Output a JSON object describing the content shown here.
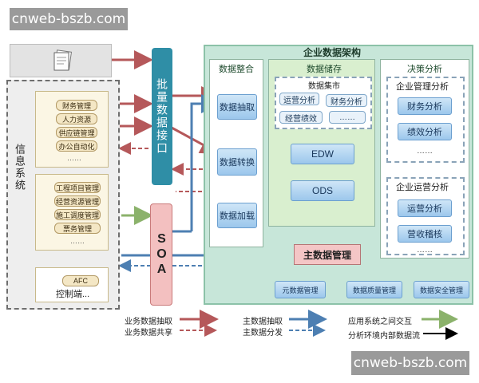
{
  "watermarks": {
    "top": "cnweb-bszb.com",
    "bottom": "cnweb-bszb.com"
  },
  "info_system": {
    "label": "信息系统",
    "group1": [
      "财务管理",
      "人力资源",
      "供应链管理",
      "办公自动化"
    ],
    "group1_more": "……",
    "group2": [
      "工程项目管理",
      "经营资源管理",
      "施工调度管理",
      "票务管理"
    ],
    "group2_more": "……",
    "afc": "AFC",
    "control": "控制端..."
  },
  "batch_interface": "批量数据接口",
  "soa": "SOA",
  "architecture_title": "企业数据架构",
  "integration": {
    "title": "数据整合",
    "extract": "数据抽取",
    "transform": "数据转换",
    "load": "数据加载"
  },
  "storage": {
    "title": "数据储存",
    "mart": "数据集市",
    "mart_items": [
      "运营分析",
      "财务分析",
      "经营绩效",
      "……"
    ],
    "edw": "EDW",
    "ods": "ODS"
  },
  "decision": {
    "title": "决策分析",
    "mgmt_title": "企业管理分析",
    "mgmt_items": [
      "财务分析",
      "绩效分析",
      "……"
    ],
    "ops_title": "企业运营分析",
    "ops_items": [
      "运营分析",
      "营收稽核",
      "……"
    ]
  },
  "master_data": "主数据管理",
  "bottom_boxes": [
    "元数据管理",
    "数据质量管理",
    "数据安全管理"
  ],
  "legend": {
    "biz_extract": "业务数据抽取",
    "biz_share": "业务数据共享",
    "master_extract": "主数据抽取",
    "master_dist": "主数据分发",
    "app_interact": "应用系统之间交互",
    "inner_flow": "分析环境内部数据流"
  },
  "colors": {
    "red_arrow": "#b5585a",
    "blue_arrow": "#4d7fb2",
    "green_arrow": "#8bb26b",
    "black_arrow": "#000000",
    "teal_bar": "#2f8ea6",
    "soa_fill": "#f3c0c0"
  }
}
